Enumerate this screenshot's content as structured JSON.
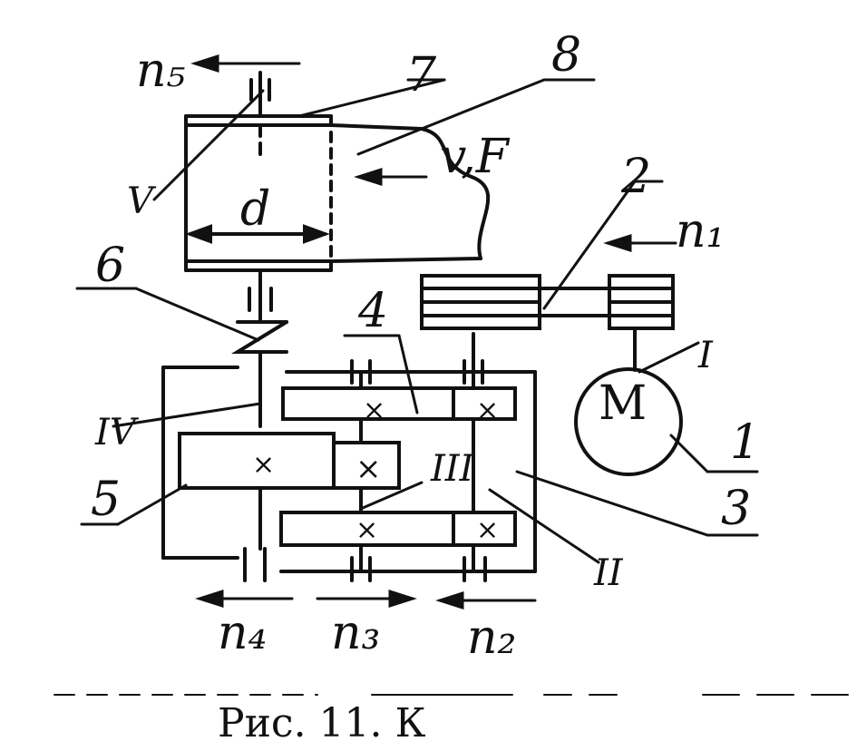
{
  "labels": {
    "motor_symbol": "M",
    "num_1": "1",
    "num_2": "2",
    "num_3": "3",
    "num_4": "4",
    "num_5": "5",
    "num_6": "6",
    "num_7": "7",
    "num_8": "8",
    "shaft_I": "I",
    "shaft_II": "II",
    "shaft_III": "III",
    "shaft_IV": "IV",
    "shaft_V": "V",
    "diameter": "d",
    "velocity_force": "v,F",
    "n1": "n₁",
    "n2": "n₂",
    "n3": "n₃",
    "n4": "n₄",
    "n5": "n₅",
    "gear_mark": "×"
  },
  "caption": "Рис. 11. К"
}
